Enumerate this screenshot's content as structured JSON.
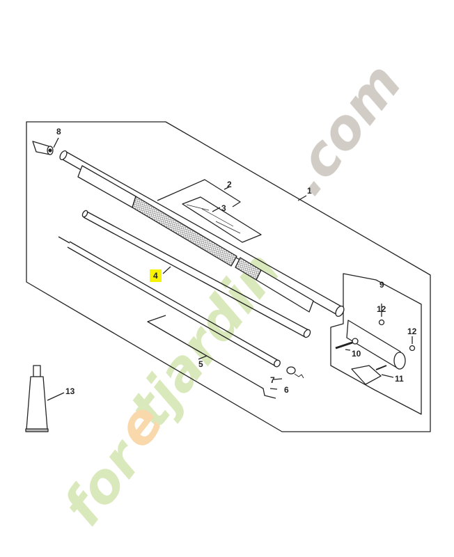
{
  "diagram": {
    "type": "exploded parts diagram",
    "subject": "drive tube assembly / shaft",
    "highlighted_part": "4",
    "highlight_color": "#f6f200",
    "line_color": "#222222"
  },
  "parts": [
    {
      "id": "1",
      "label": "1",
      "desc": "drive tube assembly (group frame)"
    },
    {
      "id": "2",
      "label": "2",
      "desc": "knurled grip tube section"
    },
    {
      "id": "3",
      "label": "3",
      "desc": "label / decal"
    },
    {
      "id": "4",
      "label": "4",
      "desc": "inner tube / liner",
      "highlighted": true
    },
    {
      "id": "5",
      "label": "5",
      "desc": "drive shaft"
    },
    {
      "id": "6",
      "label": "6",
      "desc": "drive shaft set (group)"
    },
    {
      "id": "7",
      "label": "7",
      "desc": "bushing sleeve"
    },
    {
      "id": "8",
      "label": "8",
      "desc": "end plug / cap"
    },
    {
      "id": "9",
      "label": "9",
      "desc": "clamp / coupling assembly (group)"
    },
    {
      "id": "10",
      "label": "10",
      "desc": "screw"
    },
    {
      "id": "11",
      "label": "11",
      "desc": "wing / thumb screw"
    },
    {
      "id": "12a",
      "label": "12",
      "desc": "nut"
    },
    {
      "id": "12b",
      "label": "12",
      "desc": "nut"
    },
    {
      "id": "13",
      "label": "13",
      "desc": "grease tube"
    }
  ],
  "watermark": {
    "text_parts": [
      {
        "text": "for",
        "color": "#d9e8b8"
      },
      {
        "text": "e",
        "color": "#f9d6a8"
      },
      {
        "text": "tjardin",
        "color": "#d9e8b8"
      },
      {
        "text": ".com",
        "color": "#cfcbc3"
      }
    ]
  }
}
